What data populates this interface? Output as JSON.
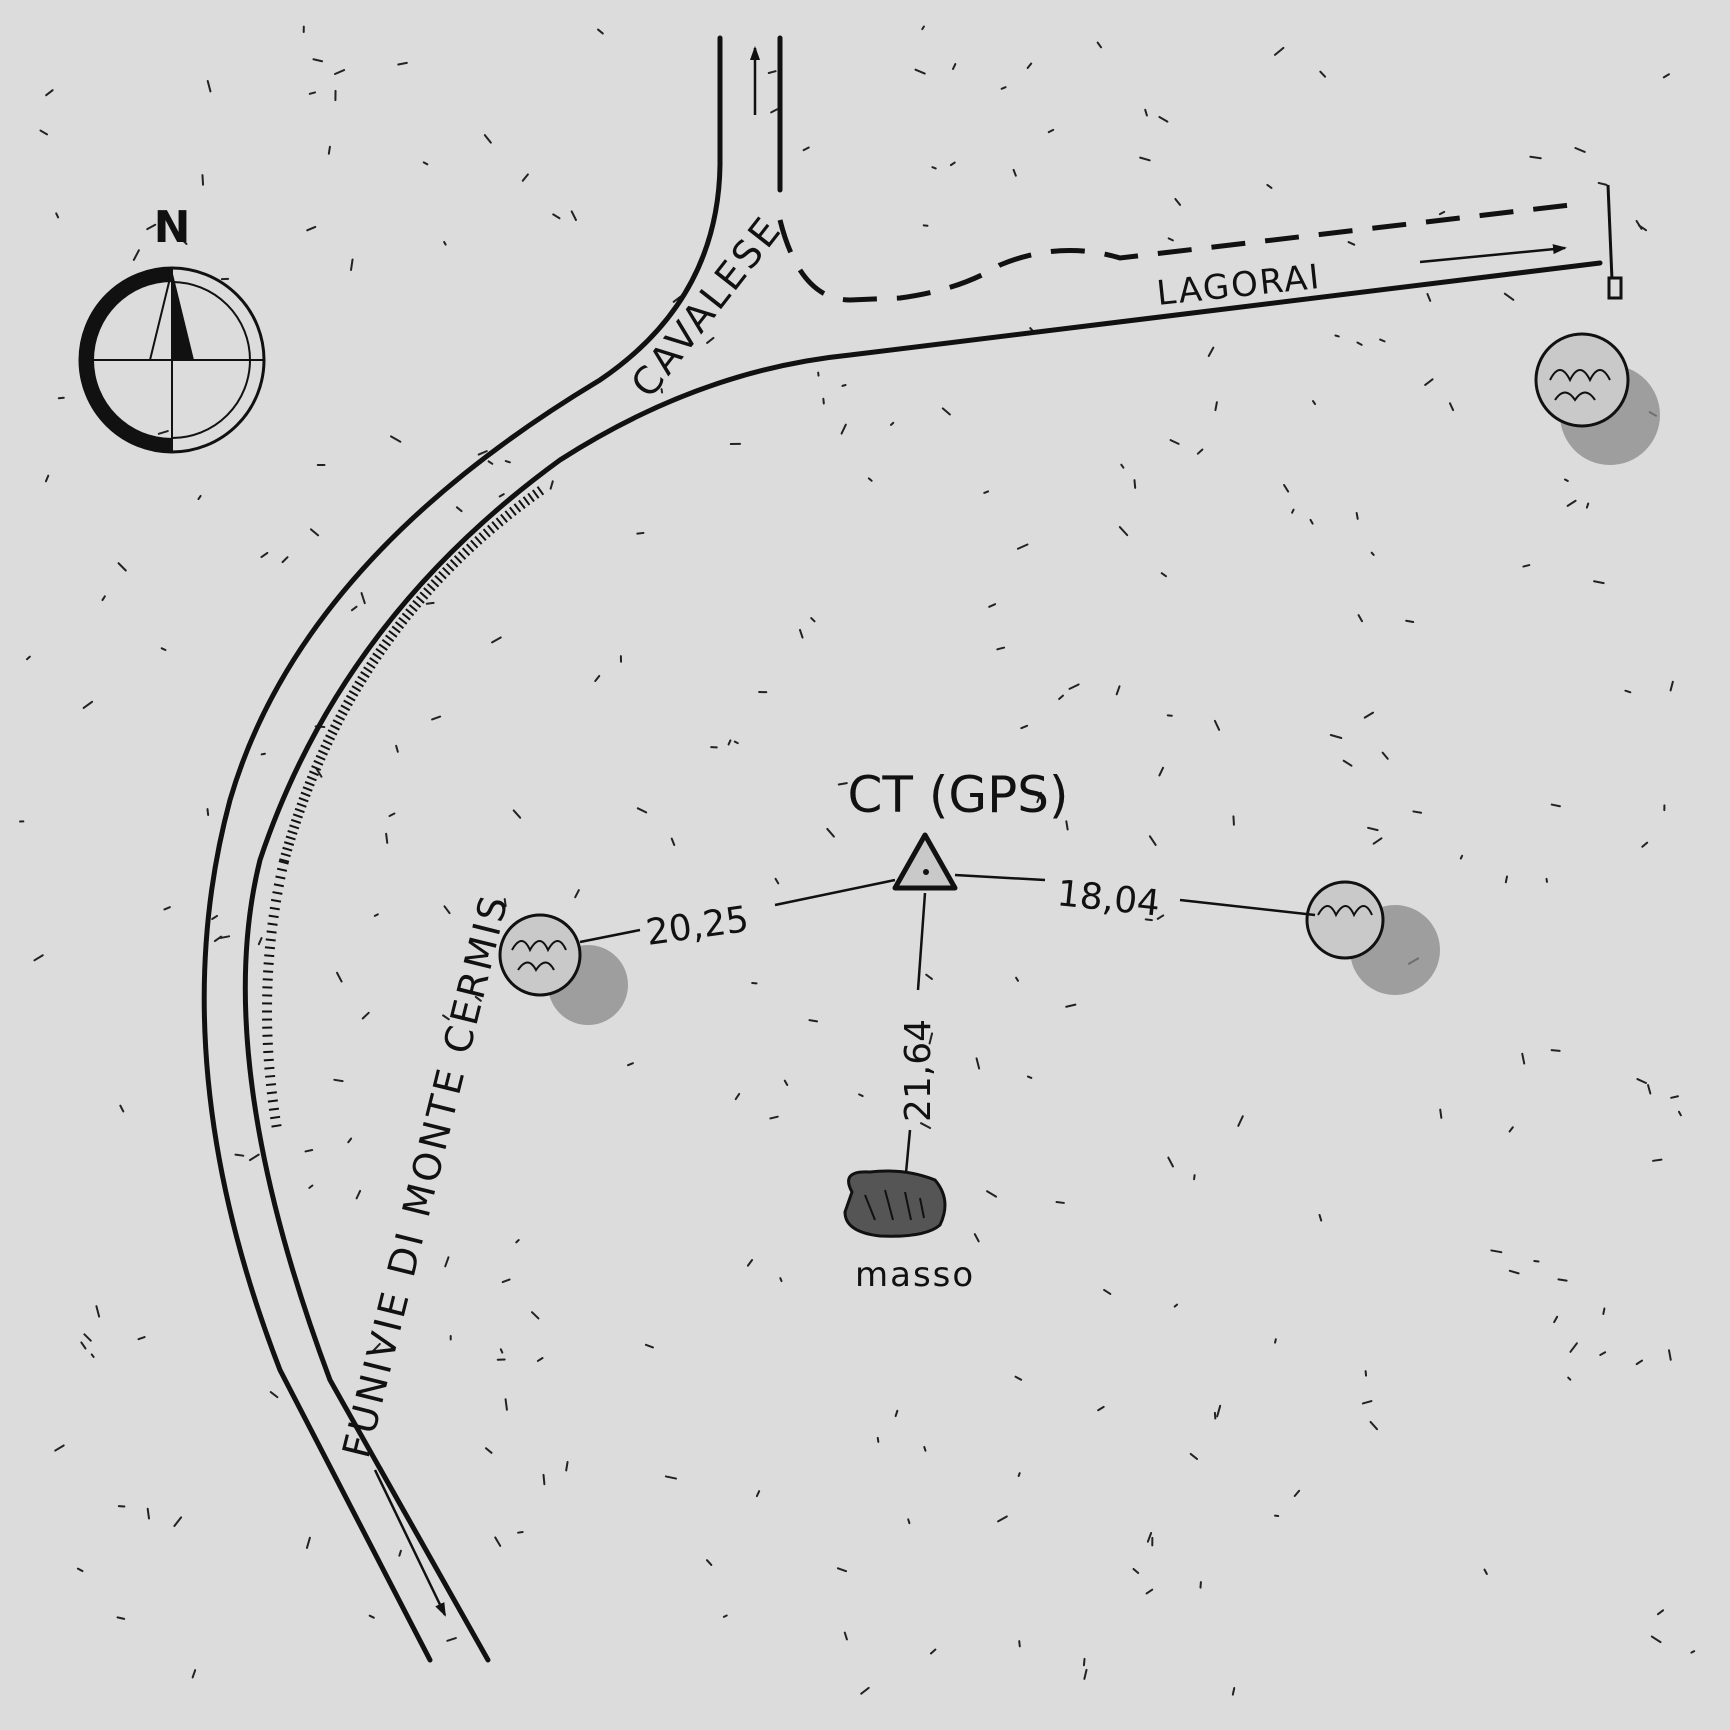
{
  "compass": {
    "north_label": "N"
  },
  "roads": {
    "cermis": "FUNIVIE DI MONTE CERMIS",
    "cavalese": "CAVALESE",
    "lagorai": "LAGORAI"
  },
  "station": {
    "label": "CT (GPS)"
  },
  "distances": {
    "left": "20,25",
    "right": "18,04",
    "down": "21,64"
  },
  "boulder": {
    "label": "masso"
  },
  "colors": {
    "background": "#dcdcdc",
    "ink": "#111111",
    "shade": "#8a8a8a"
  },
  "icons": [
    "compass-rose-icon",
    "tree-icon",
    "boulder-icon",
    "triangle-station-icon",
    "pole-icon"
  ]
}
